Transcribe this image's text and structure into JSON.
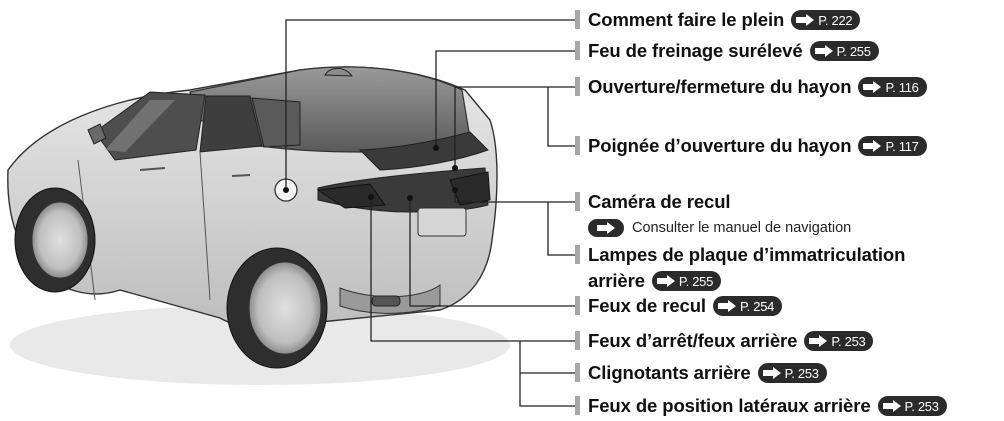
{
  "callouts": [
    {
      "label": "Comment faire le plein",
      "ref": "P. 222"
    },
    {
      "label": "Feu de freinage surélevé",
      "ref": "P. 255"
    },
    {
      "label": "Ouverture/fermeture du hayon",
      "ref": "P. 116"
    },
    {
      "label": "Poignée d’ouverture du hayon",
      "ref": "P. 117"
    },
    {
      "label": "Caméra de recul",
      "note": "Consulter le manuel de navigation"
    },
    {
      "label_line1": "Lampes de plaque d’immatriculation",
      "label_line2": "arrière",
      "ref": "P. 255"
    },
    {
      "label": "Feux de recul",
      "ref": "P. 254"
    },
    {
      "label": "Feux d’arrêt/feux arrière",
      "ref": "P. 253"
    },
    {
      "label": "Clignotants arrière",
      "ref": "P. 253"
    },
    {
      "label": "Feux de position latéraux arrière",
      "ref": "P. 253"
    }
  ],
  "colors": {
    "ref_chip": "#2b2b2b",
    "leader_line": "#222222",
    "bar": "#a8a8a8"
  },
  "icons": {
    "ref_arrow": "right-arrow-icon",
    "note_arrow": "right-arrow-icon",
    "vehicle": "car-rear-view-illustration"
  }
}
